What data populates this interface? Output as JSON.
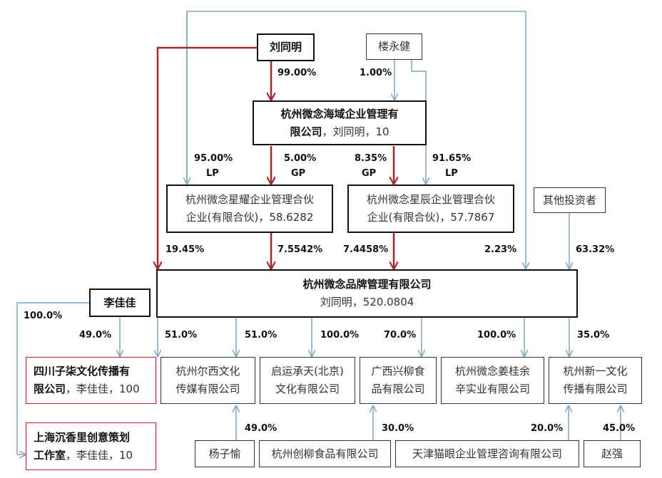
{
  "colors": {
    "red": "#a8272b",
    "blue": "#7fa6c4",
    "box_border": "#111111"
  },
  "nodes": {
    "liu": {
      "name": "刘同明"
    },
    "lou": {
      "name": "楼永健"
    },
    "haiyu": {
      "name": "杭州微念海域企业管理有",
      "name2": "限公司",
      "suffix": "，刘同明，10"
    },
    "xingyao": {
      "line1": "杭州微念星耀企业管理合伙",
      "line2": "企业(有限合伙)，58.6282"
    },
    "xingchen": {
      "line1": "杭州微念星辰企业管理合伙",
      "line2": "企业(有限合伙)，57.7867"
    },
    "others": {
      "name": "其他投资者"
    },
    "brand": {
      "name": "杭州微念品牌管理有限公司",
      "detail": "刘同明，520.0804"
    },
    "li": {
      "name": "李佳佳"
    },
    "zigai": {
      "name": "四川子柒文化传播有",
      "name2": "限公司",
      "suffix": "，李佳佳，100"
    },
    "erxi": {
      "line1": "杭州尔西文化",
      "line2": "传媒有限公司"
    },
    "qiyun": {
      "line1": "启运承天(北京)",
      "line2": "文化有限公司"
    },
    "guangxi": {
      "line1": "广西兴柳食",
      "line2": "品有限公司"
    },
    "jianggui": {
      "line1": "杭州微念姜桂余",
      "line2": "辛实业有限公司"
    },
    "xinyi": {
      "line1": "杭州新一文化",
      "line2": "传播有限公司"
    },
    "chenxiang": {
      "name": "上海沉香里创意策划",
      "name2": "工作室",
      "suffix": "，李佳佳，10"
    },
    "yang": {
      "name": "杨子愉"
    },
    "chuangliu": {
      "name": "杭州创柳食品有限公司"
    },
    "maoyan": {
      "name": "天津猫眼企业管理咨询有限公司"
    },
    "zhao": {
      "name": "赵强"
    }
  },
  "edges": {
    "liu_haiyu": "99.00%",
    "lou_haiyu": "1.00%",
    "liu_xingyao": "95.00%",
    "haiyu_xingyao": "5.00%",
    "haiyu_xingchen": "8.35%",
    "lou_xingchen": "91.65%",
    "liu_brand": "19.45%",
    "xingyao_brand": "7.5542%",
    "xingchen_brand": "7.4458%",
    "lou_brand": "2.23%",
    "others_brand": "63.32%",
    "li_chenxiang": "100.0%",
    "li_zigai": "49.0%",
    "brand_zigai": "51.0%",
    "brand_erxi": "51.0%",
    "brand_qiyun": "100.0%",
    "brand_guangxi": "70.0%",
    "brand_jianggui": "100.0%",
    "brand_xinyi": "35.0%",
    "yang_erxi": "49.0%",
    "chuangliu_guangxi": "30.0%",
    "maoyan_xinyi": "20.0%",
    "zhao_xinyi": "45.0%"
  },
  "roles": {
    "lp": "LP",
    "gp": "GP"
  }
}
